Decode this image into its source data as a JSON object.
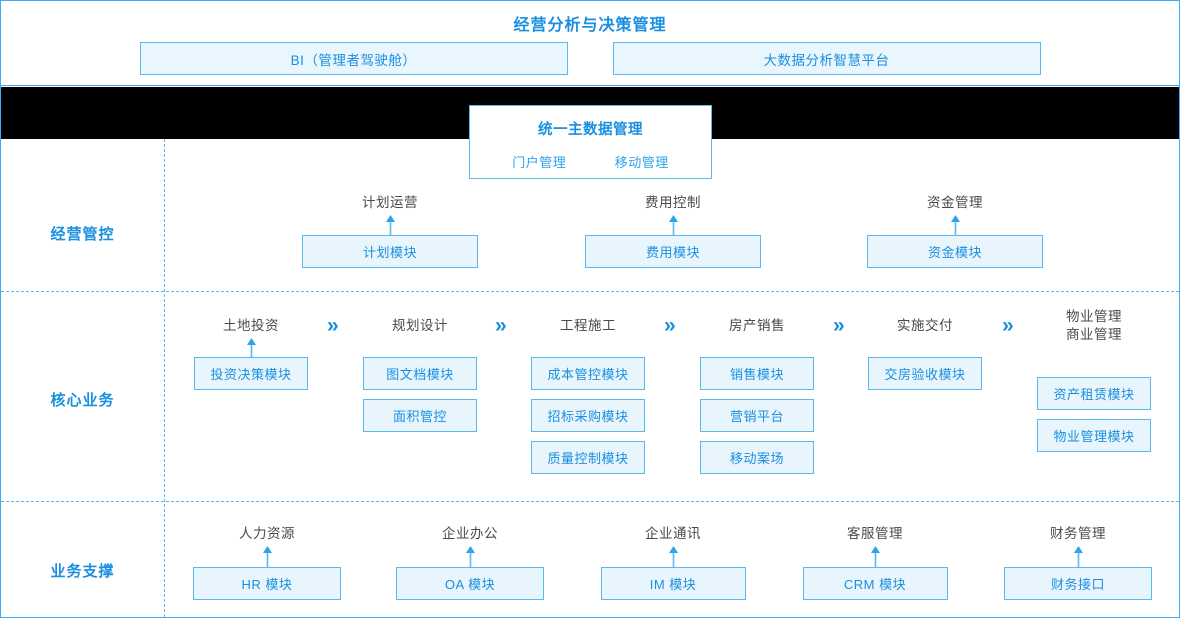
{
  "header": {
    "title": "经营分析与决策管理",
    "boxes": [
      {
        "label": "BI（管理者驾驶舱）"
      },
      {
        "label": "大数据分析智慧平台"
      }
    ]
  },
  "master_data": {
    "title": "统一主数据管理",
    "links": [
      {
        "label": "门户管理"
      },
      {
        "label": "移动管理"
      }
    ]
  },
  "colors": {
    "accent": "#1a8fe0",
    "border": "#5bb8f0",
    "box_fill": "#e8f5fd",
    "band": "#000000",
    "stage_text": "#4a4a4a"
  },
  "rows": [
    {
      "label": "经营管控",
      "columns": [
        {
          "title": "计划运营",
          "arrow": true,
          "modules": [
            {
              "label": "计划模块"
            }
          ]
        },
        {
          "title": "费用控制",
          "arrow": true,
          "modules": [
            {
              "label": "费用模块"
            }
          ]
        },
        {
          "title": "资金管理",
          "arrow": true,
          "modules": [
            {
              "label": "资金模块"
            }
          ]
        }
      ]
    },
    {
      "label": "核心业务",
      "columns": [
        {
          "title": "土地投资",
          "arrow": true,
          "chevron": "»",
          "modules": [
            {
              "label": "投资决策模块"
            }
          ]
        },
        {
          "title": "规划设计",
          "arrow": false,
          "chevron": "»",
          "modules": [
            {
              "label": "图文档模块"
            },
            {
              "label": "面积管控"
            }
          ]
        },
        {
          "title": "工程施工",
          "arrow": false,
          "chevron": "»",
          "modules": [
            {
              "label": "成本管控模块"
            },
            {
              "label": "招标采购模块"
            },
            {
              "label": "质量控制模块"
            }
          ]
        },
        {
          "title": "房产销售",
          "arrow": false,
          "chevron": "»",
          "modules": [
            {
              "label": "销售模块"
            },
            {
              "label": "营销平台"
            },
            {
              "label": "移动案场"
            }
          ]
        },
        {
          "title": "实施交付",
          "arrow": false,
          "chevron": "»",
          "modules": [
            {
              "label": "交房验收模块"
            }
          ]
        },
        {
          "title": "物业管理\n商业管理",
          "arrow": false,
          "chevron": "",
          "modules": [
            {
              "label": "资产租赁模块"
            },
            {
              "label": "物业管理模块"
            }
          ]
        }
      ]
    },
    {
      "label": "业务支撑",
      "columns": [
        {
          "title": "人力资源",
          "arrow": true,
          "modules": [
            {
              "label": "HR 模块"
            }
          ]
        },
        {
          "title": "企业办公",
          "arrow": true,
          "modules": [
            {
              "label": "OA 模块"
            }
          ]
        },
        {
          "title": "企业通讯",
          "arrow": true,
          "modules": [
            {
              "label": "IM 模块"
            }
          ]
        },
        {
          "title": "客服管理",
          "arrow": true,
          "modules": [
            {
              "label": "CRM 模块"
            }
          ]
        },
        {
          "title": "财务管理",
          "arrow": true,
          "modules": [
            {
              "label": "财务接口"
            }
          ]
        }
      ]
    }
  ]
}
